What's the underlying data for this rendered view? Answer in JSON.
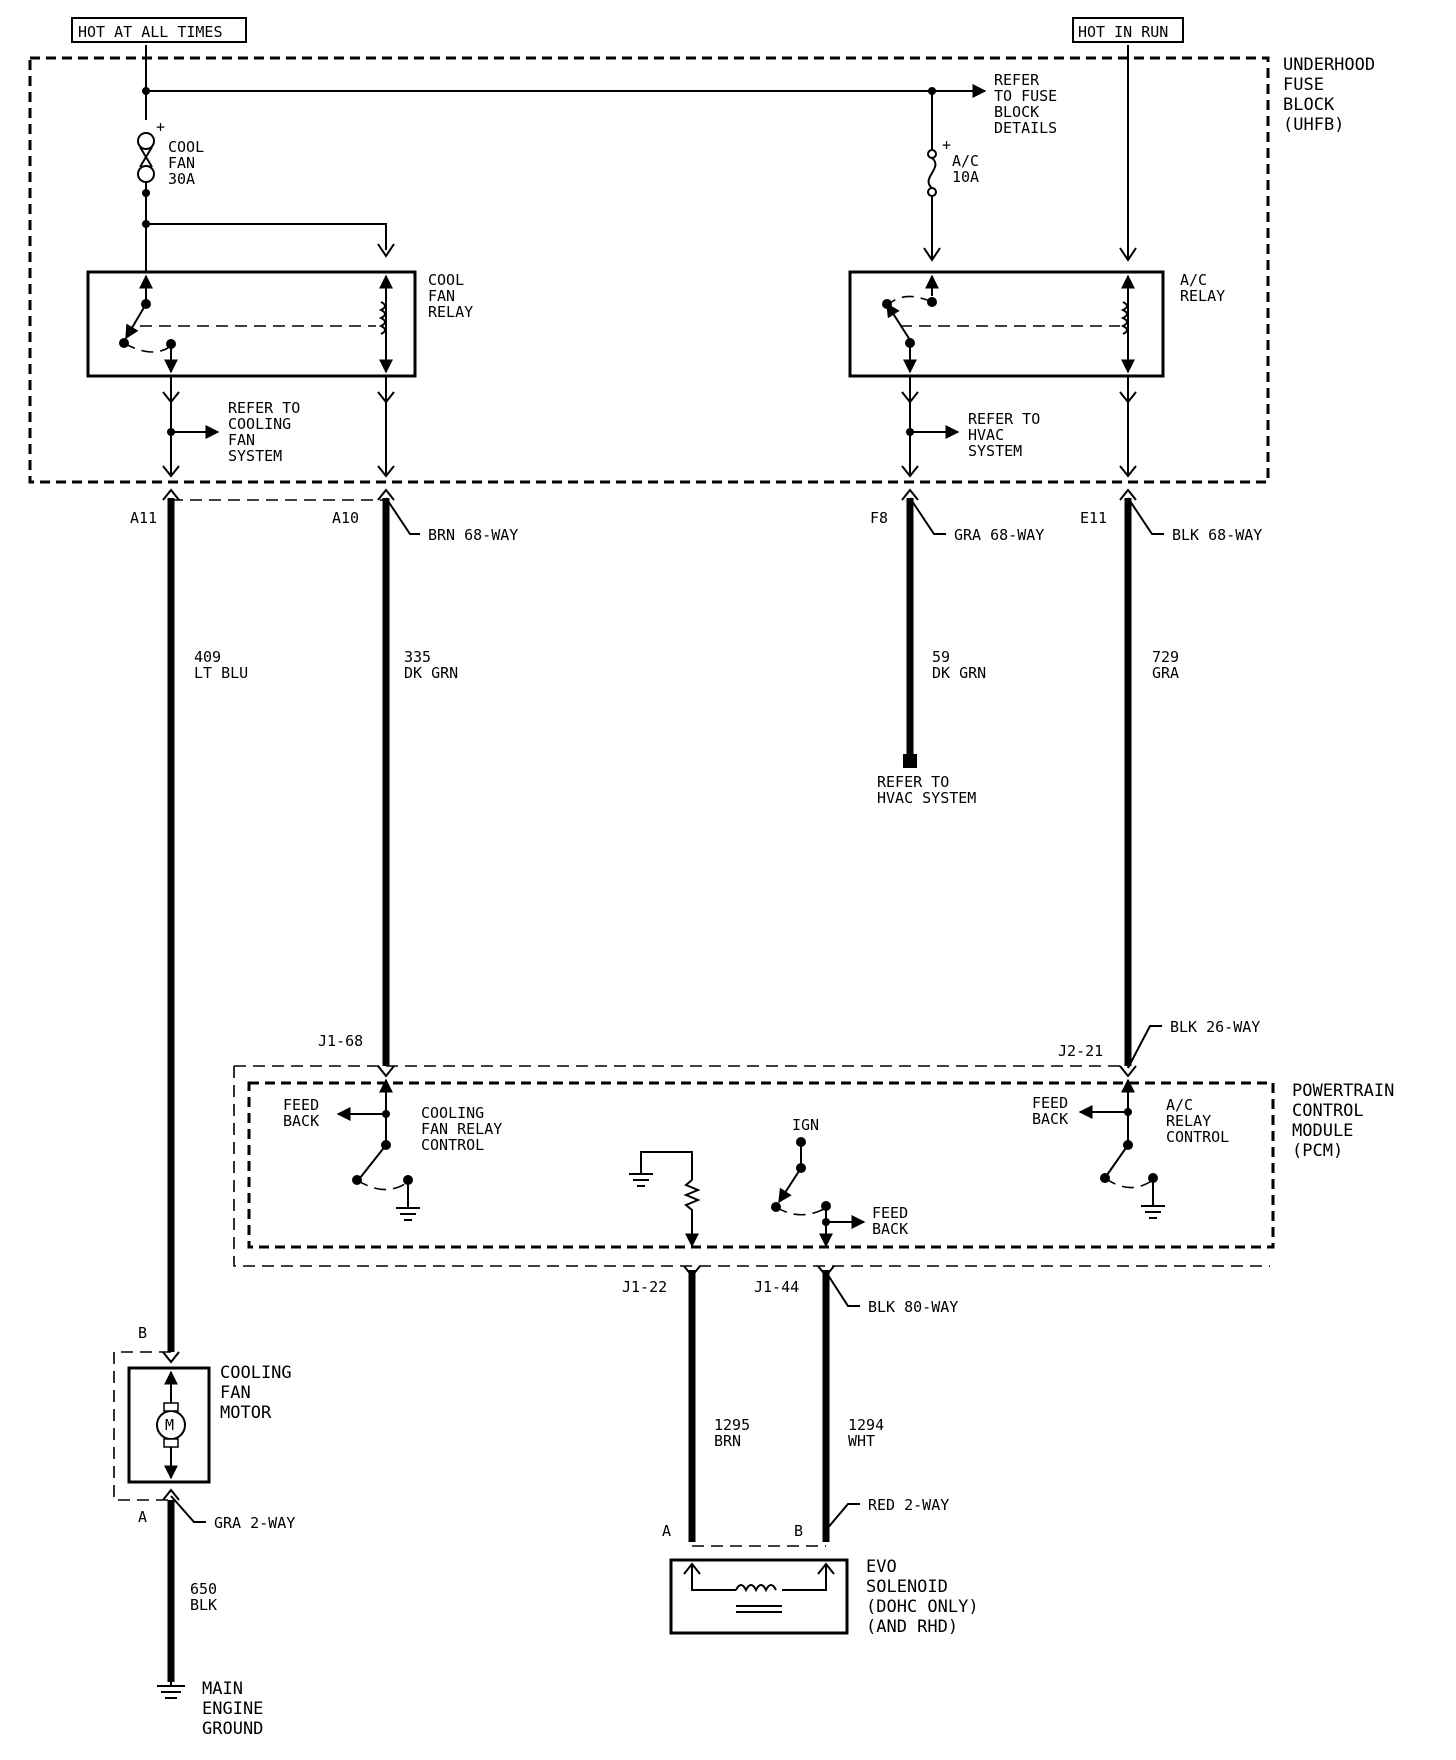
{
  "power": {
    "hot_at_all_times": "HOT AT ALL TIMES",
    "hot_in_run": "HOT IN RUN"
  },
  "uhfb": {
    "label": [
      "UNDERHOOD",
      "FUSE",
      "BLOCK",
      "(UHFB)"
    ],
    "refer_fuse_block": [
      "REFER",
      "TO FUSE",
      "BLOCK",
      "DETAILS"
    ],
    "cool_fan_fuse": [
      "COOL",
      "FAN",
      "30A"
    ],
    "ac_fuse": [
      "A/C",
      "10A"
    ],
    "cool_fan_relay": [
      "COOL",
      "FAN",
      "RELAY"
    ],
    "ac_relay": [
      "A/C",
      "RELAY"
    ],
    "refer_cooling_fan": [
      "REFER TO",
      "COOLING",
      "FAN",
      "SYSTEM"
    ],
    "refer_hvac": [
      "REFER TO",
      "HVAC",
      "SYSTEM"
    ]
  },
  "connectors": {
    "a11": "A11",
    "a10": "A10",
    "a10_conn": "BRN 68-WAY",
    "f8": "F8",
    "f8_conn": "GRA 68-WAY",
    "e11": "E11",
    "e11_conn": "BLK 68-WAY",
    "j1_68": "J1-68",
    "j2_21": "J2-21",
    "j2_21_conn": "BLK 26-WAY",
    "j1_22": "J1-22",
    "j1_44": "J1-44",
    "j1_conn": "BLK 80-WAY",
    "motor_b": "B",
    "motor_a": "A",
    "motor_conn": "GRA 2-WAY",
    "evo_a": "A",
    "evo_b": "B",
    "evo_conn": "RED 2-WAY"
  },
  "wires": {
    "w409": [
      "409",
      "LT BLU"
    ],
    "w335": [
      "335",
      "DK GRN"
    ],
    "w59": [
      "59",
      "DK GRN"
    ],
    "w729": [
      "729",
      "GRA"
    ],
    "w1295": [
      "1295",
      "BRN"
    ],
    "w1294": [
      "1294",
      "WHT"
    ],
    "w650": [
      "650",
      "BLK"
    ]
  },
  "hvac_refer": [
    "REFER TO",
    "HVAC SYSTEM"
  ],
  "pcm": {
    "label": [
      "POWERTRAIN",
      "CONTROL",
      "MODULE",
      "(PCM)"
    ],
    "feed_back": [
      "FEED",
      "BACK"
    ],
    "cooling_fan_relay_control": [
      "COOLING",
      "FAN RELAY",
      "CONTROL"
    ],
    "ac_relay_control": [
      "A/C",
      "RELAY",
      "CONTROL"
    ],
    "ign": "IGN"
  },
  "components": {
    "cooling_fan_motor": [
      "COOLING",
      "FAN",
      "MOTOR"
    ],
    "motor_symbol": "M",
    "evo_solenoid": [
      "EVO",
      "SOLENOID",
      "(DOHC ONLY)",
      "(AND RHD)"
    ],
    "main_engine_ground": [
      "MAIN",
      "ENGINE",
      "GROUND"
    ]
  }
}
